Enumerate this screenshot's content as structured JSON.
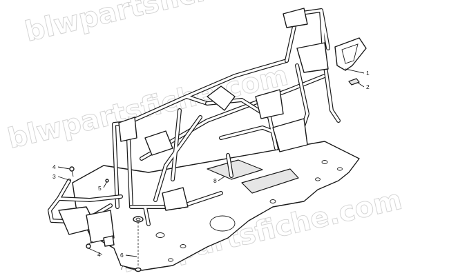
{
  "watermark": {
    "text": "blwpartsfiche.com"
  },
  "callouts": [
    {
      "number": "1"
    },
    {
      "number": "2"
    },
    {
      "number": "3"
    },
    {
      "number": "4"
    },
    {
      "number": "4"
    },
    {
      "number": "5"
    },
    {
      "number": "6"
    },
    {
      "number": "7"
    },
    {
      "number": "8"
    }
  ]
}
